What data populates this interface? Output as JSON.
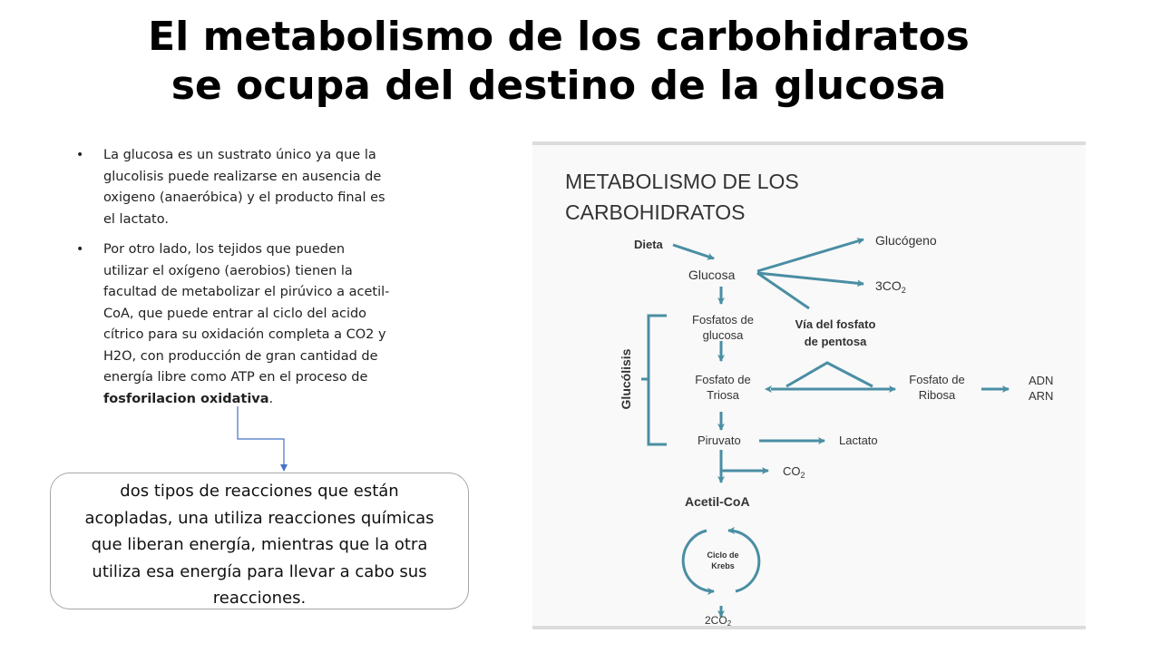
{
  "title": {
    "line1": "El metabolismo de los carbohidratos",
    "line2": "se ocupa del destino de la glucosa"
  },
  "bullets": [
    {
      "lines": [
        "La glucosa es un sustrato único ya que la",
        "glucolisis puede realizarse en ausencia de",
        "oxigeno (anaeróbica) y el producto final es",
        "el lactato."
      ]
    },
    {
      "lines": [
        "Por otro lado, los tejidos que pueden",
        "utilizar el oxígeno (aerobios) tienen la",
        "facultad de metabolizar el pirúvico a acetil-",
        "CoA, que puede entrar al ciclo del acido",
        "cítrico para su oxidación completa a CO2 y",
        "H2O, con producción de gran cantidad de",
        "energía libre como ATP en el proceso de"
      ],
      "bold": "fosforilacion oxidativa",
      "after_bold": "."
    }
  ],
  "callout": {
    "lines": [
      "dos tipos de reacciones que están",
      "acopladas, una utiliza reacciones químicas",
      "que liberan energía, mientras que la otra",
      "utiliza esa energía para llevar a cabo sus",
      "reacciones."
    ]
  },
  "diagram": {
    "heading_line1": "METABOLISMO DE LOS",
    "heading_line2": "CARBOHIDRATOS",
    "arrow_color": "#4a8ea3",
    "nodes": {
      "dieta": "Dieta",
      "glucosa": "Glucosa",
      "glucogeno": "Glucógeno",
      "co2_3_prefix": "3CO",
      "co2_3_sub": "2",
      "fosfatos_line1": "Fosfatos de",
      "fosfatos_line2": "glucosa",
      "via_line1": "Vía del fosfato",
      "via_line2": "de pentosa",
      "glucolisis": "Glucólisis",
      "fosfato_triosa_line1": "Fosfato de",
      "fosfato_triosa_line2": "Triosa",
      "fosfato_ribosa_line1": "Fosfato de",
      "fosfato_ribosa_line2": "Ribosa",
      "adn": "ADN",
      "arn": "ARN",
      "piruvato": "Piruvato",
      "lactato": "Lactato",
      "co2_prefix": "CO",
      "co2_sub": "2",
      "acetil_coa": "Acetil-CoA",
      "ciclo_line1": "Ciclo de",
      "ciclo_line2": "Krebs",
      "final_co2_prefix": "2CO",
      "final_co2_sub": "2"
    }
  }
}
